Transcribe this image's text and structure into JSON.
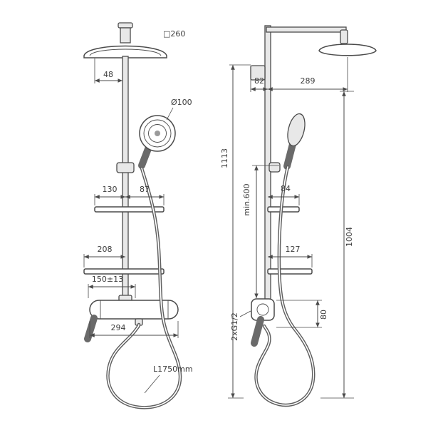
{
  "colors": {
    "ink": "#4a4a4a",
    "background": "#ffffff"
  },
  "front_view": {
    "head_size": "□260",
    "head_offset": "48",
    "hand_shower_diameter": "Ø100",
    "shelf_left": "130",
    "shelf_right": "87",
    "lower_shelf": "208",
    "inlet_spacing": "150±13",
    "mixer_width": "294",
    "hose_length": "L1750mm"
  },
  "side_view": {
    "wall_offset": "82",
    "head_reach": "289",
    "total_height": "1113",
    "min_height": "min.600",
    "column_height": "1004",
    "shelf_depth": "84",
    "lower_shelf_depth": "127",
    "mixer_height": "80",
    "connections": "2xG1/2"
  }
}
